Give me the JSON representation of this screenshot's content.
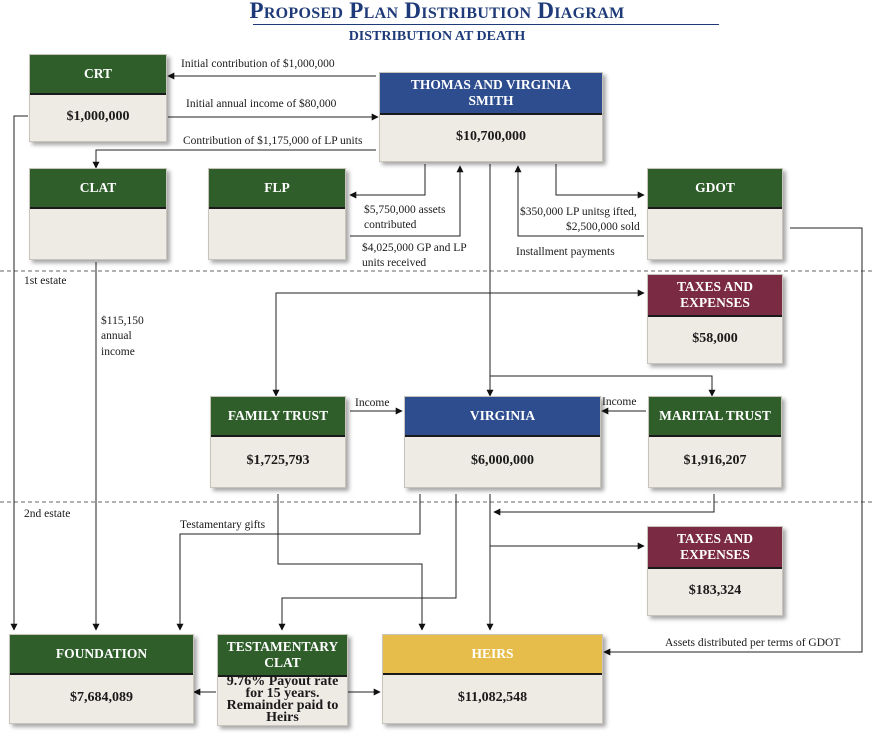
{
  "title": "Proposed Plan Distribution Diagram",
  "subtitle": "DISTRIBUTION AT DEATH",
  "sections": {
    "first_estate": "1st estate",
    "second_estate": "2nd estate"
  },
  "boxes": {
    "crt": {
      "title": "CRT",
      "value": "$1,000,000"
    },
    "smith": {
      "title": "THOMAS AND VIRGINIA SMITH",
      "value": "$10,700,000"
    },
    "clat": {
      "title": "CLAT",
      "value": ""
    },
    "flp": {
      "title": "FLP",
      "value": ""
    },
    "gdot": {
      "title": "GDOT",
      "value": ""
    },
    "taxes1": {
      "title": "TAXES AND EXPENSES",
      "value": "$58,000"
    },
    "family_trust": {
      "title": "FAMILY TRUST",
      "value": "$1,725,793"
    },
    "virginia": {
      "title": "VIRGINIA",
      "value": "$6,000,000"
    },
    "marital_trust": {
      "title": "MARITAL TRUST",
      "value": "$1,916,207"
    },
    "taxes2": {
      "title": "TAXES AND EXPENSES",
      "value": "$183,324"
    },
    "foundation": {
      "title": "FOUNDATION",
      "value": "$7,684,089"
    },
    "test_clat": {
      "title": "TESTAMENTARY CLAT",
      "value": "9.76% Payout rate for 15 years.  Remainder paid to Heirs"
    },
    "heirs": {
      "title": "HEIRS",
      "value": "$11,082,548"
    }
  },
  "labels": {
    "initial_contribution": "Initial contribution of $1,000,000",
    "initial_income": "Initial annual income of $80,000",
    "contribution_lp": "Contribution of $1,175,000 of LP units",
    "assets_contributed_1": "$5,750,000 assets",
    "assets_contributed_2": "contributed",
    "gp_lp_1": "$4,025,000 GP and LP",
    "gp_lp_2": "units received",
    "lp_gifted_1": "$350,000 LP unitsg ifted,",
    "lp_gifted_2": "$2,500,000 sold",
    "installment": "Installment payments",
    "clat_income_1": "$115,150",
    "clat_income_2": "annual",
    "clat_income_3": "income",
    "income_left": "Income",
    "income_right": "Income",
    "testamentary_gifts": "Testamentary gifts",
    "assets_gdot": "Assets distributed per terms of GDOT"
  },
  "colors": {
    "green": "#2f5e2b",
    "blue": "#2d4d8f",
    "maroon": "#7a2a42",
    "gold": "#e6bd4a",
    "title": "#1e3a78"
  }
}
